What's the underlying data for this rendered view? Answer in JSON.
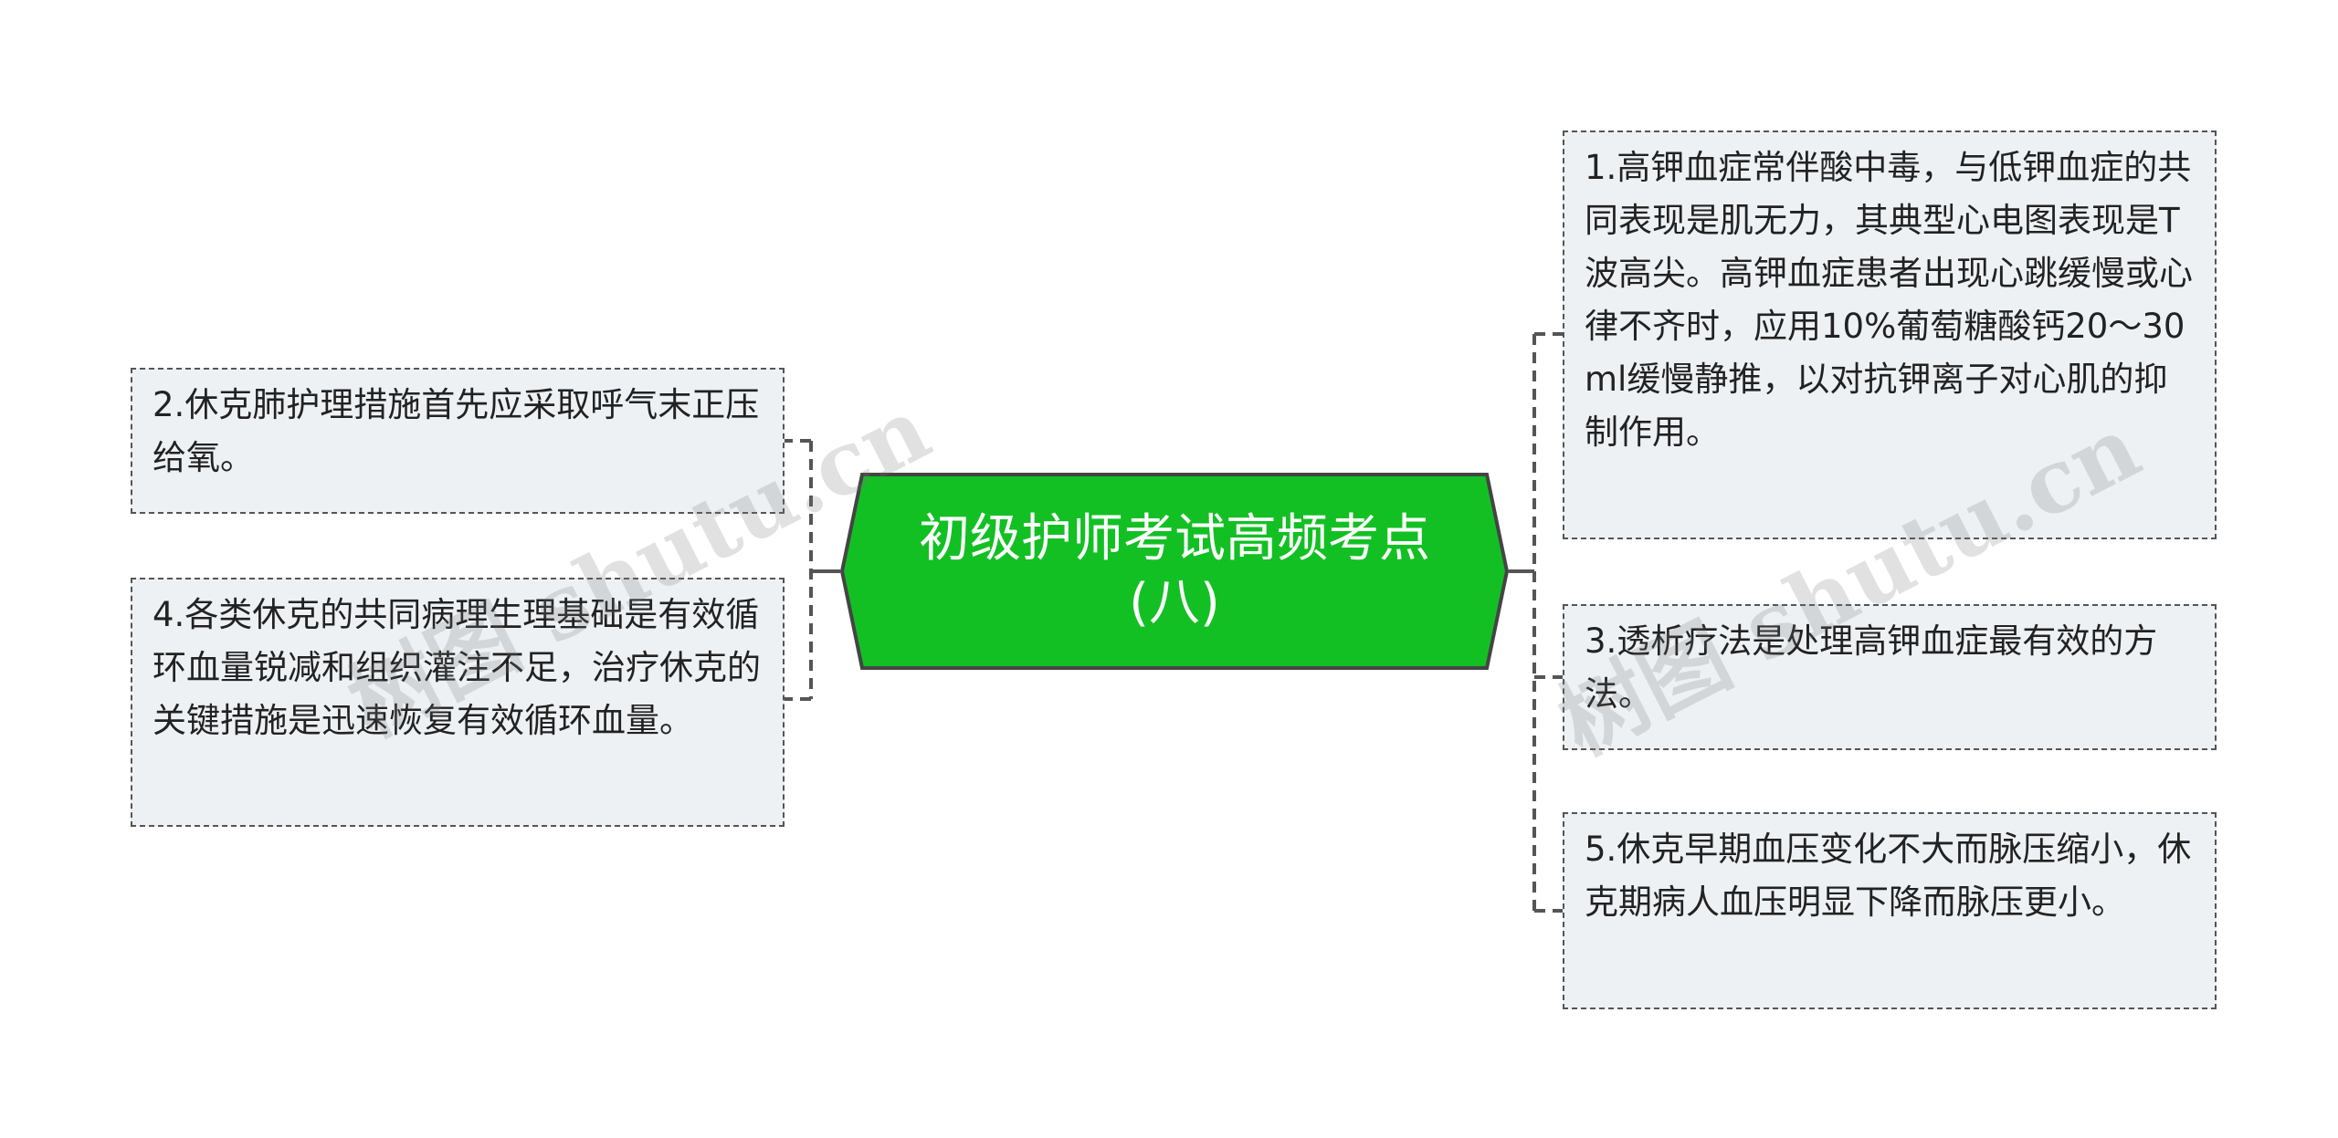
{
  "root": {
    "title": "初级护师考试高频考点(八)"
  },
  "colors": {
    "root_fill": "#13c024",
    "root_border": "#444444",
    "node_fill": "#eef1f4",
    "node_border": "#555555",
    "connector": "#555555"
  },
  "nodes": {
    "left": [
      {
        "text": "2.休克肺护理措施首先应采取呼气末正压给氧。"
      },
      {
        "text": "4.各类休克的共同病理生理基础是有效循环血量锐减和组织灌注不足，治疗休克的关键措施是迅速恢复有效循环血量。"
      }
    ],
    "right": [
      {
        "text": "1.高钾血症常伴酸中毒，与低钾血症的共同表现是肌无力，其典型心电图表现是T波高尖。高钾血症患者出现心跳缓慢或心律不齐时，应用10%葡萄糖酸钙20～30ml缓慢静推，以对抗钾离子对心肌的抑制作用。"
      },
      {
        "text": "3.透析疗法是处理高钾血症最有效的方法。"
      },
      {
        "text": "5.休克早期血压变化不大而脉压缩小，休克期病人血压明显下降而脉压更小。"
      }
    ]
  },
  "watermark": {
    "text": "树图 shutu.cn"
  }
}
